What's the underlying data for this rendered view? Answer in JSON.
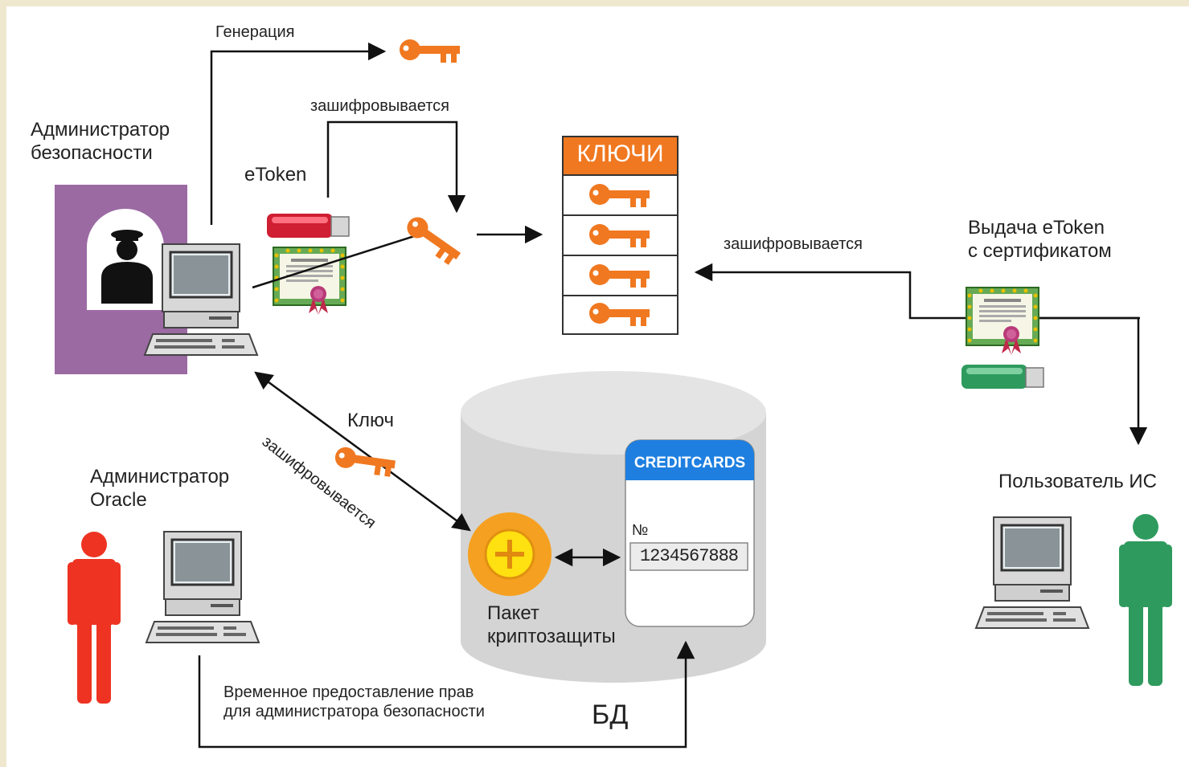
{
  "labels": {
    "generation": "Генерация",
    "encrypted_top": "зашифровывается",
    "admin_security": "Администратор\nбезопасности",
    "etoken": "eToken",
    "keys_header": "КЛЮЧИ",
    "encrypted_right": "зашифровывается",
    "issue_etoken": "Выдача eToken\nс сертификатом",
    "key": "Ключ",
    "encrypted_diag": "зашифровывается",
    "admin_oracle": "Администратор\nOracle",
    "creditcards": "CREDITCARDS",
    "number_sign": "№",
    "card_number": "1234567888",
    "package": "Пакет\nкриптозащиты",
    "user_is": "Пользователь ИС",
    "temp_rights": "Временное предоставление прав\nдля администратора безопасности",
    "db": "БД"
  },
  "colors": {
    "key_orange": "#f07820",
    "admin_panel": "#9b6aa3",
    "oracle_red": "#ee3322",
    "user_green": "#2e9a5e",
    "card_blue": "#1e7fe0"
  }
}
